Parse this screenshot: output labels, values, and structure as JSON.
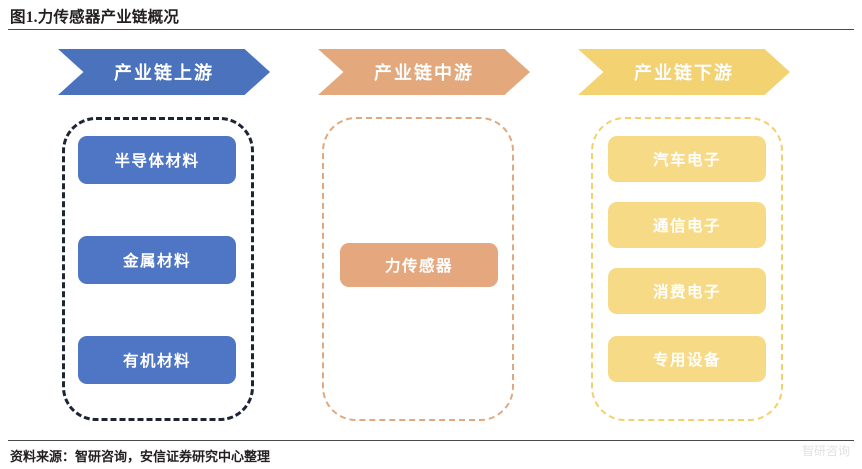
{
  "figure": {
    "title": "图1.力传感器产业链概况",
    "source_note": "资料来源：智研咨询，安信证券研究中心整理",
    "watermark": "智研咨询"
  },
  "colors": {
    "upstream_banner": "#4a72bd",
    "midstream_banner": "#e3a97c",
    "downstream_banner": "#f3d272",
    "upstream_pill": "#4f76c4",
    "midstream_pill": "#e4a77e",
    "downstream_pill": "#f7da86",
    "upstream_dash_border": "#1d2433",
    "midstream_dash_border": "#e0a87e",
    "downstream_dash_border": "#f2d06a",
    "text_dark": "#231f20",
    "rule": "#4a4a4a"
  },
  "columns": [
    {
      "id": "upstream",
      "banner_label": "产业链上游",
      "items": [
        {
          "label": "半导体材料"
        },
        {
          "label": "金属材料"
        },
        {
          "label": "有机材料"
        }
      ]
    },
    {
      "id": "midstream",
      "banner_label": "产业链中游",
      "items": [
        {
          "label": "力传感器"
        }
      ]
    },
    {
      "id": "downstream",
      "banner_label": "产业链下游",
      "items": [
        {
          "label": "汽车电子"
        },
        {
          "label": "通信电子"
        },
        {
          "label": "消费电子"
        },
        {
          "label": "专用设备"
        }
      ]
    }
  ]
}
